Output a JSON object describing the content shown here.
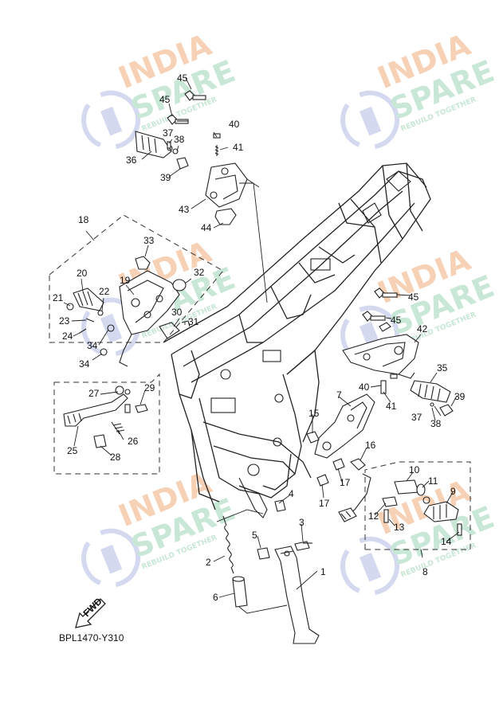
{
  "diagram_code": "BPL1470-Y310",
  "fwd_label": "FWD",
  "watermark": {
    "line1": "INDIA",
    "line2": "SPARE",
    "tagline": "REBUILD TOGETHER",
    "colors": {
      "india": "#f6c9a8",
      "spare": "#bfe3cf",
      "icon": "#cdd3ee"
    }
  },
  "callouts": [
    "1",
    "2",
    "3",
    "4",
    "5",
    "6",
    "7",
    "8",
    "9",
    "10",
    "11",
    "12",
    "13",
    "14",
    "15",
    "16",
    "17",
    "17",
    "18",
    "19",
    "20",
    "21",
    "22",
    "23",
    "24",
    "25",
    "26",
    "27",
    "28",
    "29",
    "30",
    "31",
    "32",
    "33",
    "34",
    "34",
    "35",
    "36",
    "37",
    "37",
    "38",
    "38",
    "39",
    "39",
    "40",
    "40",
    "41",
    "41",
    "42",
    "43",
    "44",
    "45",
    "45",
    "45",
    "45"
  ]
}
